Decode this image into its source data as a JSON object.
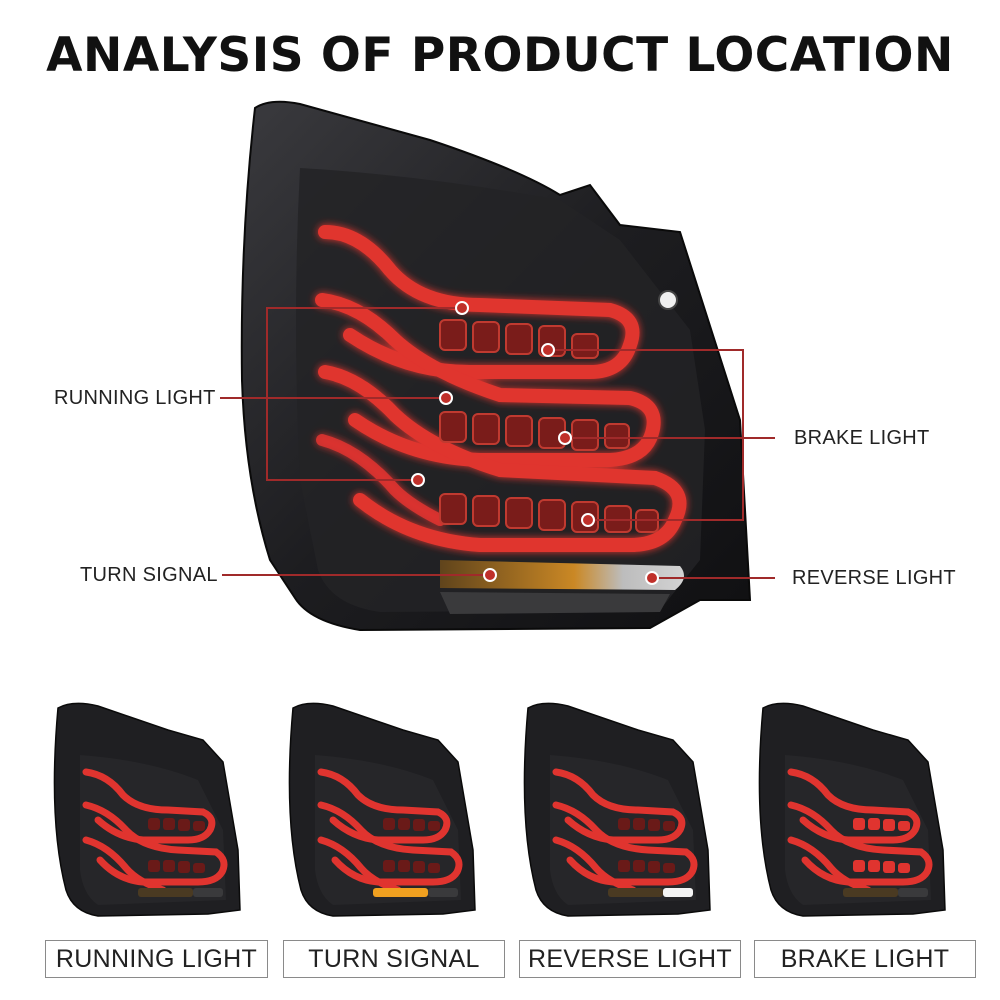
{
  "title": "ANALYSIS OF PRODUCT LOCATION",
  "callouts": {
    "running": "RUNNING LIGHT",
    "brake": "BRAKE LIGHT",
    "turn": "TURN SIGNAL",
    "reverse": "REVERSE LIGHT"
  },
  "modes": [
    {
      "label": "RUNNING LIGHT",
      "turn_on": false,
      "reverse_on": false,
      "brake_on": false
    },
    {
      "label": "TURN SIGNAL",
      "turn_on": true,
      "reverse_on": false,
      "brake_on": false
    },
    {
      "label": "REVERSE LIGHT",
      "turn_on": false,
      "reverse_on": true,
      "brake_on": false
    },
    {
      "label": "BRAKE LIGHT",
      "turn_on": false,
      "reverse_on": false,
      "brake_on": true
    }
  ],
  "colors": {
    "housing": "#1c1c1f",
    "red_glow": "#e0342f",
    "callout_line": "#a02a2a",
    "amber": "#f0a020",
    "reverse_white": "#f4f4f4"
  }
}
